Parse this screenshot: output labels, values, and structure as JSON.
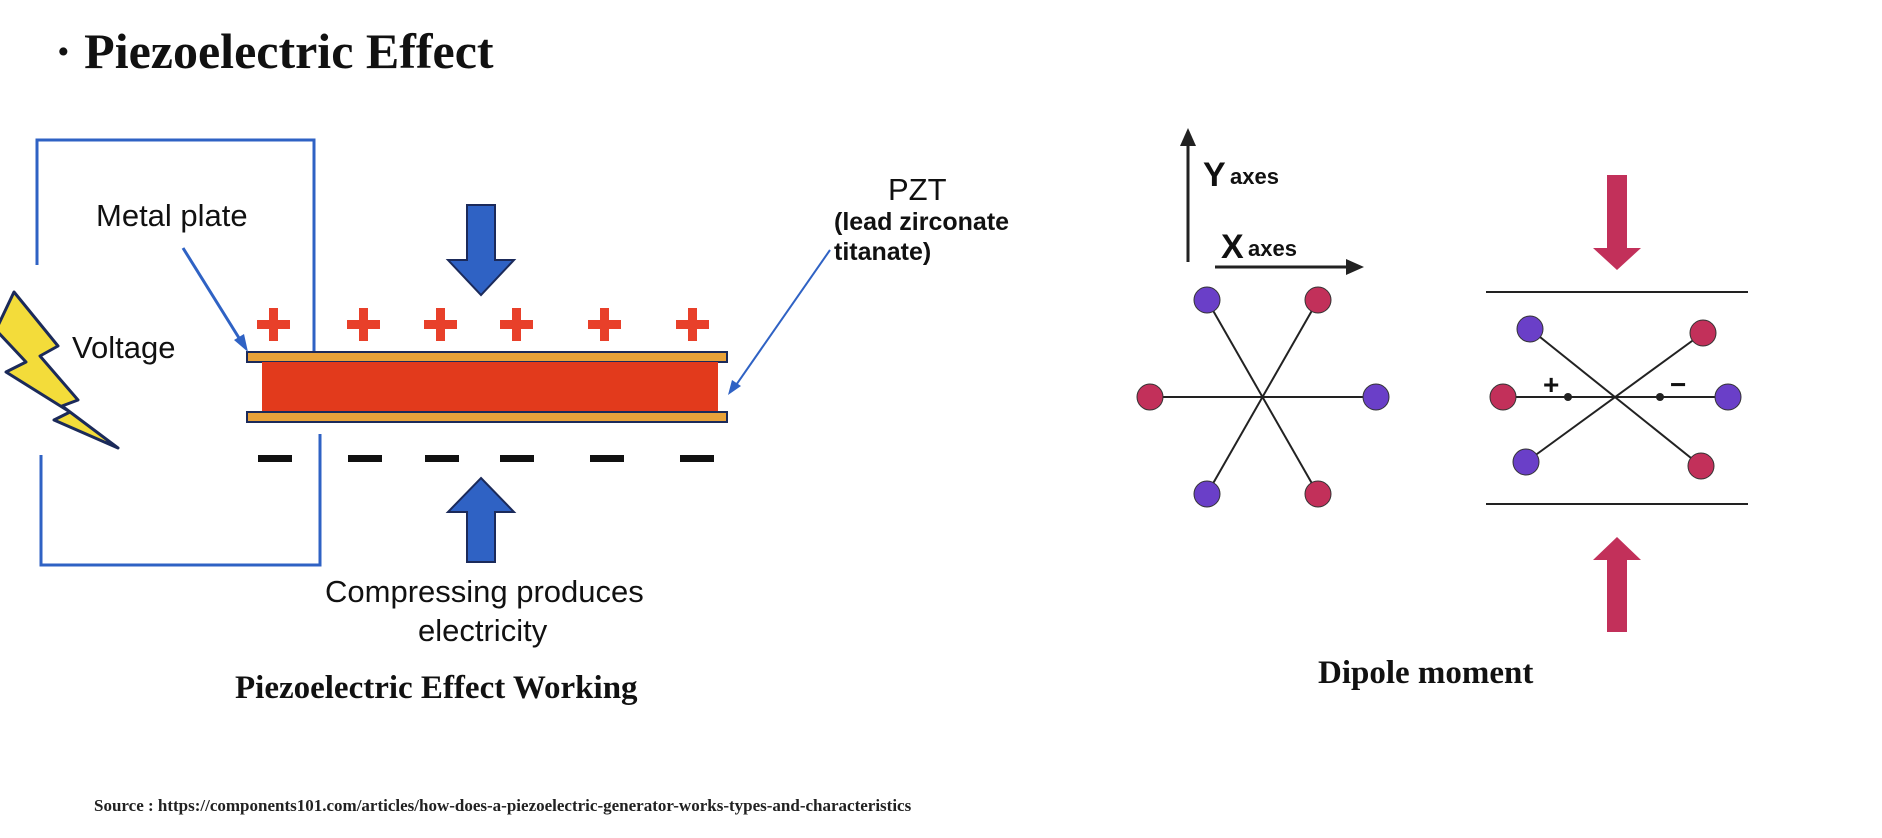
{
  "slide": {
    "title": "· Piezoelectric Effect",
    "left_caption": "Piezoelectric Effect Working",
    "right_caption": "Dipole moment",
    "source": "Source : https://components101.com/articles/how-does-a-piezoelectric-generator-works-types-and-characteristics"
  },
  "left_diagram": {
    "metal_plate_label": "Metal plate",
    "voltage_label": "Voltage",
    "pzt_label": "PZT",
    "pzt_desc_line1": "(lead zirconate",
    "pzt_desc_line2": "titanate)",
    "compress_line1": "Compressing produces",
    "compress_line2": "electricity",
    "plus_sign": "+",
    "colors": {
      "wire": "#2f62c4",
      "arrow": "#2f62c4",
      "crystal": "#e23a1c",
      "plate": "#e8a23a",
      "bolt": "#f3dc3a",
      "plus": "#e8402a"
    }
  },
  "right_diagram": {
    "y_axis_label": "Y",
    "y_axis_sub": "axes",
    "x_axis_label": "X",
    "x_axis_sub": "axes",
    "plus_sign": "+",
    "minus_sign": "−",
    "colors": {
      "positive": "#c2305a",
      "negative": "#6a3fc8",
      "arrow": "#c2305a"
    }
  }
}
